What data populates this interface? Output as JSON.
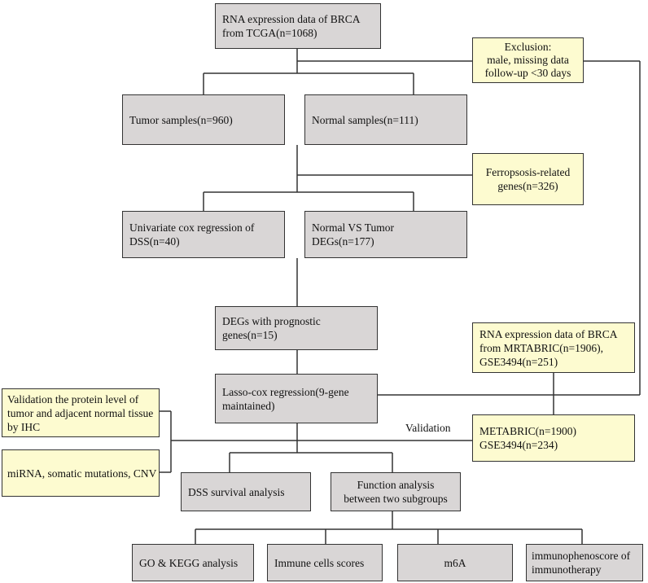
{
  "boxes": {
    "tcga": [
      "RNA expression data of BRCA",
      "from TCGA(n=1068)"
    ],
    "exclusion": [
      "Exclusion:",
      "male, missing data",
      "follow-up <30 days"
    ],
    "tumor": [
      "Tumor samples(n=960)"
    ],
    "normal": [
      "Normal samples(n=111)"
    ],
    "ferro": [
      "Ferropsosis-related",
      "genes(n=326)"
    ],
    "univariate": [
      "Univariate cox regression of",
      "DSS(n=40)"
    ],
    "normal_vs_tumor": [
      "Normal VS Tumor",
      "DEGs(n=177)"
    ],
    "degs_prog": [
      "DEGs with prognostic",
      "genes(n=15)"
    ],
    "mrtabric": [
      "RNA expression data of BRCA",
      "from MRTABRIC(n=1906),",
      "GSE3494(n=251)"
    ],
    "validation_ihc": [
      "Validation the protein level of",
      "tumor and adjacent normal tissue",
      "by IHC"
    ],
    "lasso": [
      "Lasso-cox regression(9-gene",
      "maintained)"
    ],
    "metabric": [
      "METABRIC(n=1900)",
      "GSE3494(n=234)"
    ],
    "mirna": [
      "miRNA, somatic mutations, CNV"
    ],
    "dss_survival": [
      "DSS survival analysis"
    ],
    "function_analysis": [
      "Function analysis",
      "between two subgroups"
    ],
    "go_kegg": [
      "GO & KEGG analysis"
    ],
    "immune": [
      "Immune cells scores"
    ],
    "m6a": [
      "m6A"
    ],
    "immunopheno": [
      "immunophenoscore of",
      "immunotherapy"
    ]
  },
  "labels": {
    "validation": "Validation"
  },
  "colors": {
    "grey_box": "#d9d6d6",
    "yellow_box": "#fdfbd0",
    "line": "#333333"
  }
}
